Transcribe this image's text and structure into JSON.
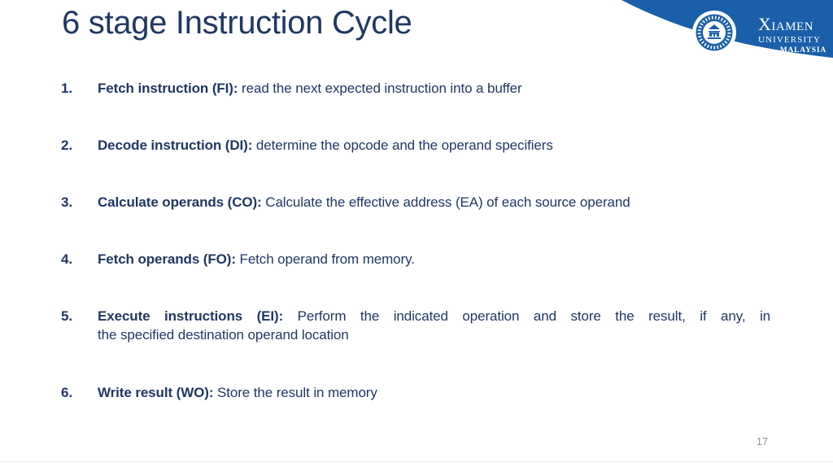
{
  "slide": {
    "title": "6 stage Instruction Cycle",
    "page_number": "17"
  },
  "colors": {
    "banner_blue": "#1a5fa9",
    "text_navy": "#1f3864",
    "page_number_gray": "#8e8e8e",
    "logo_text_white": "#ffffff"
  },
  "logo": {
    "seal_icon": "xiamen-university-seal",
    "wordmark_initial": "X",
    "wordmark_rest": "IAMEN",
    "line2": "UNIVERSITY",
    "line3": "MALAYSIA"
  },
  "list": {
    "items": [
      {
        "number": "1.",
        "label": "Fetch instruction (FI):",
        "description": "read the next expected instruction into a buffer"
      },
      {
        "number": "2.",
        "label": "Decode instruction (DI):",
        "description": "determine the opcode and the operand specifiers"
      },
      {
        "number": "3.",
        "label": "Calculate operands (CO):",
        "description": "Calculate the effective address (EA) of each source operand"
      },
      {
        "number": "4.",
        "label": "Fetch operands (FO):",
        "description": "Fetch operand from memory."
      },
      {
        "number": "5.",
        "label": "Execute instructions (EI):",
        "description_line1": "Perform the indicated operation and store the result, if any, in",
        "description_line2": "the specified destination operand location"
      },
      {
        "number": "6.",
        "label": "Write result (WO):",
        "description": "Store the result in memory"
      }
    ]
  }
}
